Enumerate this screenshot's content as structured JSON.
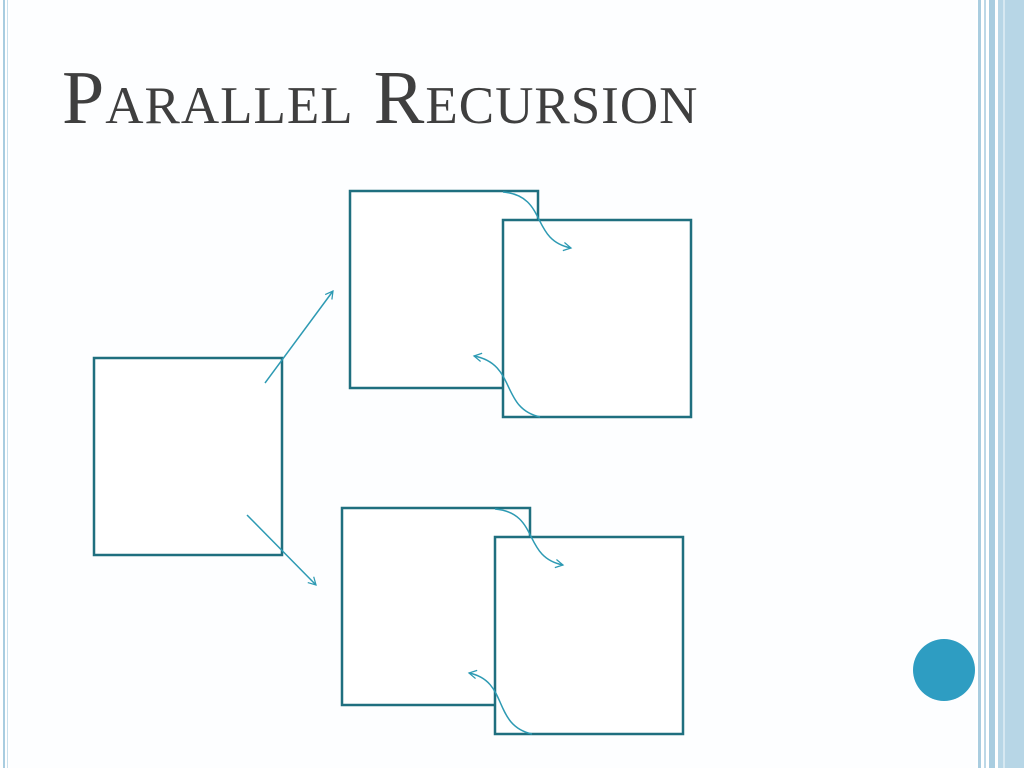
{
  "slide": {
    "title": "Parallel Recursion"
  },
  "colors": {
    "box_stroke": "#1f6f7f",
    "arrow_stroke": "#2d9ab3",
    "accent_dot": "#2e9dc2",
    "frame_blue": "#a9cde0",
    "title_text": "#3f3f3f"
  },
  "diagram": {
    "boxes": [
      "parent-task",
      "top-task-a",
      "top-task-b",
      "bottom-task-a",
      "bottom-task-b"
    ],
    "arrows": [
      "spawn-top",
      "spawn-bottom",
      "top-exchange-right",
      "top-exchange-left",
      "bottom-exchange-right",
      "bottom-exchange-left"
    ]
  }
}
